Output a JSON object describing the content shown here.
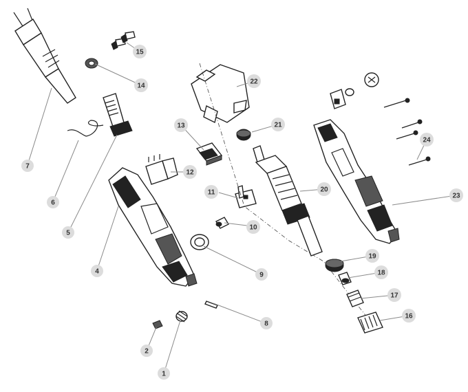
{
  "diagram": {
    "labels": [
      "1",
      "2",
      "4",
      "5",
      "6",
      "7",
      "8",
      "9",
      "10",
      "11",
      "12",
      "13",
      "14",
      "15",
      "16",
      "17",
      "18",
      "19",
      "20",
      "21",
      "22",
      "23",
      "24"
    ]
  },
  "colors": {
    "line": "#222222",
    "badge": "#dcdcdc",
    "leader": "#8a8a8a"
  }
}
